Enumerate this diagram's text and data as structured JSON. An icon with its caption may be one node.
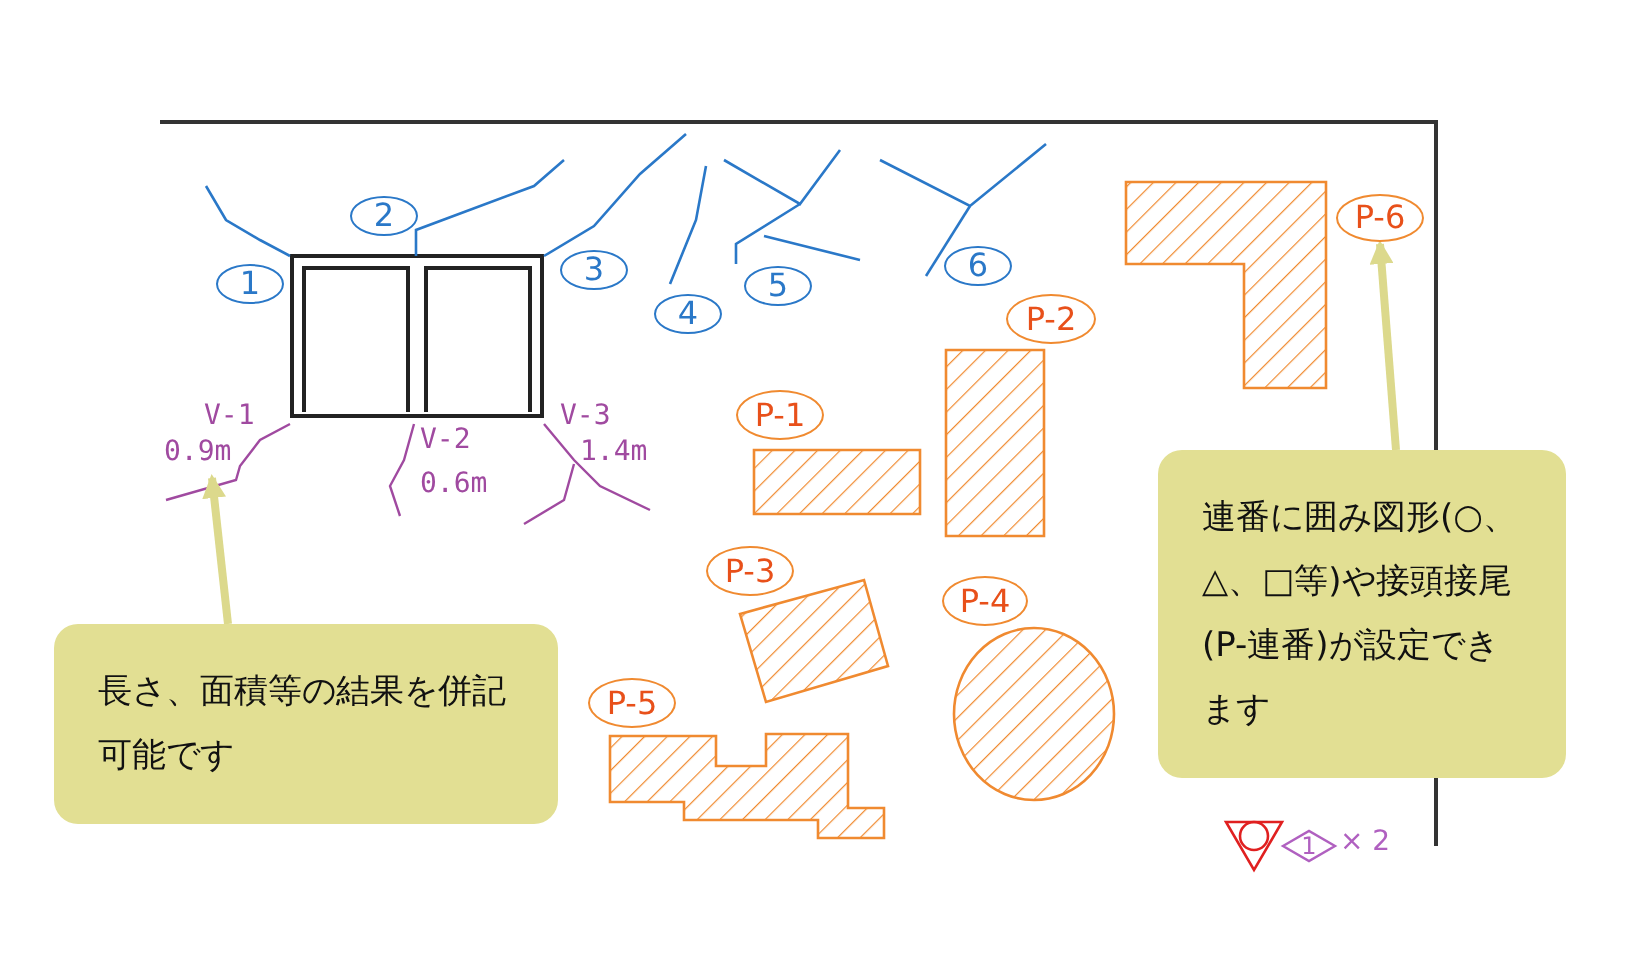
{
  "diagram": {
    "nodes": [
      {
        "text": [
          "1"
        ]
      },
      {
        "text": [
          "2"
        ]
      },
      {
        "text": [
          "3"
        ]
      },
      {
        "text": [
          "4"
        ]
      },
      {
        "text": [
          "5"
        ]
      },
      {
        "text": [
          "6"
        ]
      },
      {
        "text": [
          "V-1",
          "0.9m"
        ]
      },
      {
        "text": [
          "V-2",
          "0.6m"
        ]
      },
      {
        "text": [
          "V-3",
          "1.4m"
        ]
      },
      {
        "text": [
          "P-1"
        ]
      },
      {
        "text": [
          "P-2"
        ]
      },
      {
        "text": [
          "P-3"
        ]
      },
      {
        "text": [
          "P-4"
        ]
      },
      {
        "text": [
          "P-5"
        ]
      },
      {
        "text": [
          "P-6"
        ]
      },
      {
        "text": [
          "長さ、面積等の結果を併記可能です"
        ]
      },
      {
        "text": [
          "連番に囲み図形(○、△、□等)や接頭接尾(P-連番)が設定できます"
        ]
      },
      {
        "text": [
          "1"
        ]
      }
    ],
    "edges": [
      {
        "from": 15,
        "to": 6,
        "arrow": "to"
      },
      {
        "from": 16,
        "to": 14,
        "arrow": "to"
      }
    ],
    "labels": [
      "× 2"
    ]
  }
}
